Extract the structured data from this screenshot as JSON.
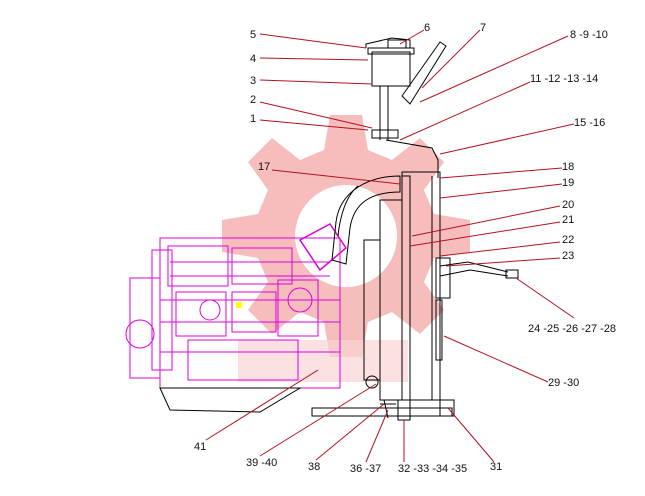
{
  "callouts": {
    "c5": "5",
    "c6": "6",
    "c7": "7",
    "c8": "8 -9 -10",
    "c4": "4",
    "c3": "3",
    "c11": "11 -12 -13 -14",
    "c2": "2",
    "c1": "1",
    "c15": "15 -16",
    "c17": "17",
    "c18": "18",
    "c19": "19",
    "c20": "20",
    "c21": "21",
    "c22": "22",
    "c23": "23",
    "c24": "24 -25 -26 -27 -28",
    "c29": "29 -30",
    "c41": "41",
    "c39": "39 -40",
    "c38": "38",
    "c36": "36 -37",
    "c32": "32 -33 -34 -35",
    "c31": "31"
  },
  "colors": {
    "engine": "#e000e0",
    "outline": "#000000",
    "leader": "#b3121f",
    "watermark": "#f0a0a0",
    "highlight": "#ffff00"
  },
  "watermark": {
    "label": "watermark-gear-logo"
  }
}
